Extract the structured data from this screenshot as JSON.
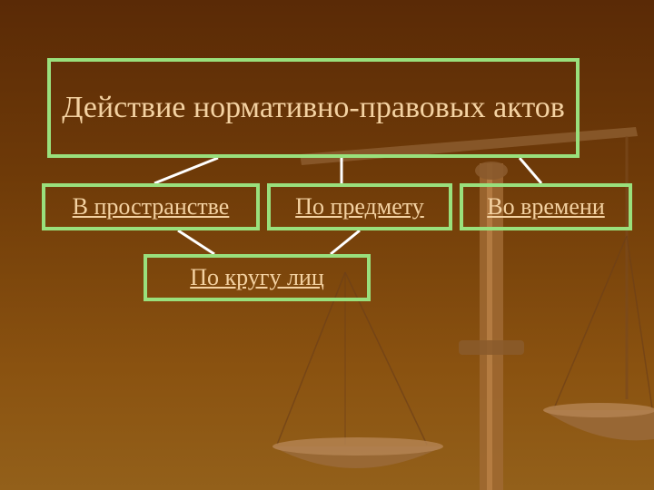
{
  "title": "Действие нормативно-правовых актов",
  "nodes": {
    "space": "В пространстве",
    "subject": "По предмету",
    "time": "Во времени",
    "persons": "По кругу лиц"
  },
  "colors": {
    "background_top": "#5a2a06",
    "background_bottom": "#93601a",
    "box_border": "#99e07c",
    "text": "#f4d2a2",
    "connector": "#ffffff"
  }
}
